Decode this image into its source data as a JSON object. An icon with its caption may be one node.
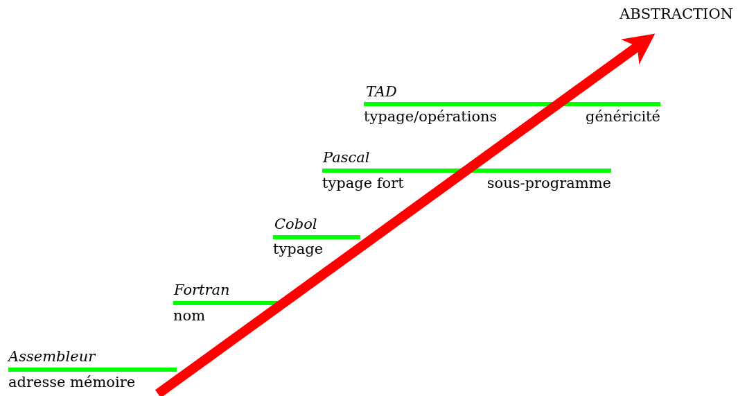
{
  "diagram": {
    "labels": [
      "ABSTRACTION",
      "TAD",
      "typage/opérations",
      "généricité",
      "Pascal",
      "typage fort",
      "sous-programme",
      "Cobol",
      "typage",
      "Fortran",
      "nom",
      "Assembleur",
      "adresse mémoire"
    ]
  }
}
